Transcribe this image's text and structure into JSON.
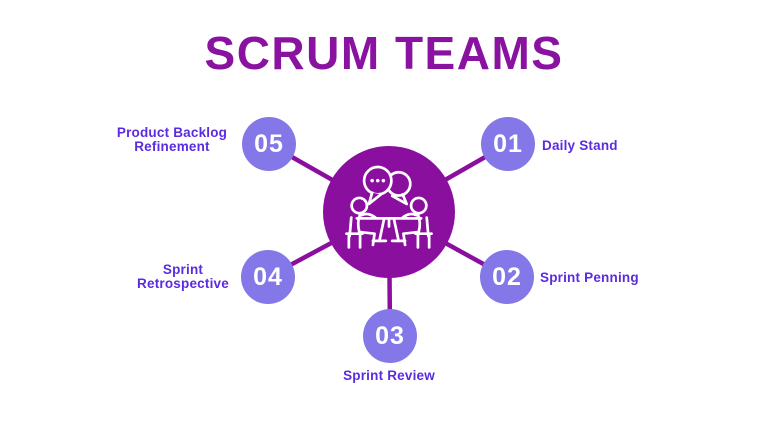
{
  "title": "SCRUM TEAMS",
  "diagram": {
    "center_icon": "meeting-discussion-icon",
    "nodes": [
      {
        "number": "01",
        "label": "Daily Stand"
      },
      {
        "number": "02",
        "label": "Sprint Penning"
      },
      {
        "number": "03",
        "label": "Sprint Review"
      },
      {
        "number": "04",
        "label": "Sprint Retrospective"
      },
      {
        "number": "05",
        "label": "Product Backlog Refinement"
      }
    ]
  },
  "colors": {
    "primary_purple": "#8a0f9e",
    "title_purple": "#8a12a0",
    "node_fill": "#8478e8",
    "node_number": "#ffffff",
    "label_violet": "#5b2be0",
    "connector": "#8a0f9e",
    "icon_stroke": "#ffffff",
    "background": "#ffffff"
  }
}
